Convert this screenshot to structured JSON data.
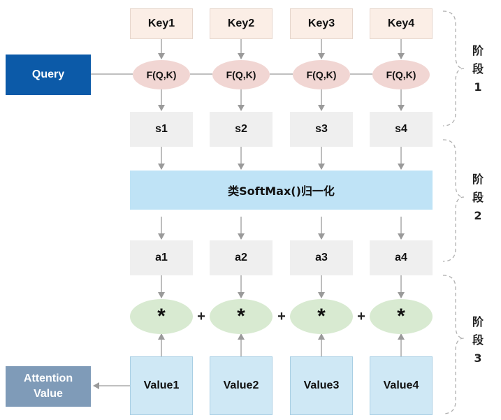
{
  "keys": [
    "Key1",
    "Key2",
    "Key3",
    "Key4"
  ],
  "query": "Query",
  "functions": [
    "F(Q,K)",
    "F(Q,K)",
    "F(Q,K)",
    "F(Q,K)"
  ],
  "scores": [
    "s1",
    "s2",
    "s3",
    "s4"
  ],
  "normalization": "类SoftMax()归一化",
  "weights": [
    "a1",
    "a2",
    "a3",
    "a4"
  ],
  "products": [
    "*",
    "*",
    "*",
    "*"
  ],
  "plus_signs": [
    "+",
    "+",
    "+"
  ],
  "values": [
    "Value1",
    "Value2",
    "Value3",
    "Value4"
  ],
  "output": {
    "line1": "Attention",
    "line2": "Value"
  },
  "stages": [
    {
      "c1": "阶",
      "c2": "段",
      "num": "1"
    },
    {
      "c1": "阶",
      "c2": "段",
      "num": "2"
    },
    {
      "c1": "阶",
      "c2": "段",
      "num": "3"
    }
  ],
  "colors": {
    "query": "#0c5aa8",
    "key": "#fbeee6",
    "function": "#f1d6d3",
    "score": "#efefef",
    "normalization": "#bfe3f6",
    "product": "#d8ead1",
    "value": "#cfe8f5",
    "output": "#7f9bb8",
    "arrow": "#9a9a9a"
  }
}
